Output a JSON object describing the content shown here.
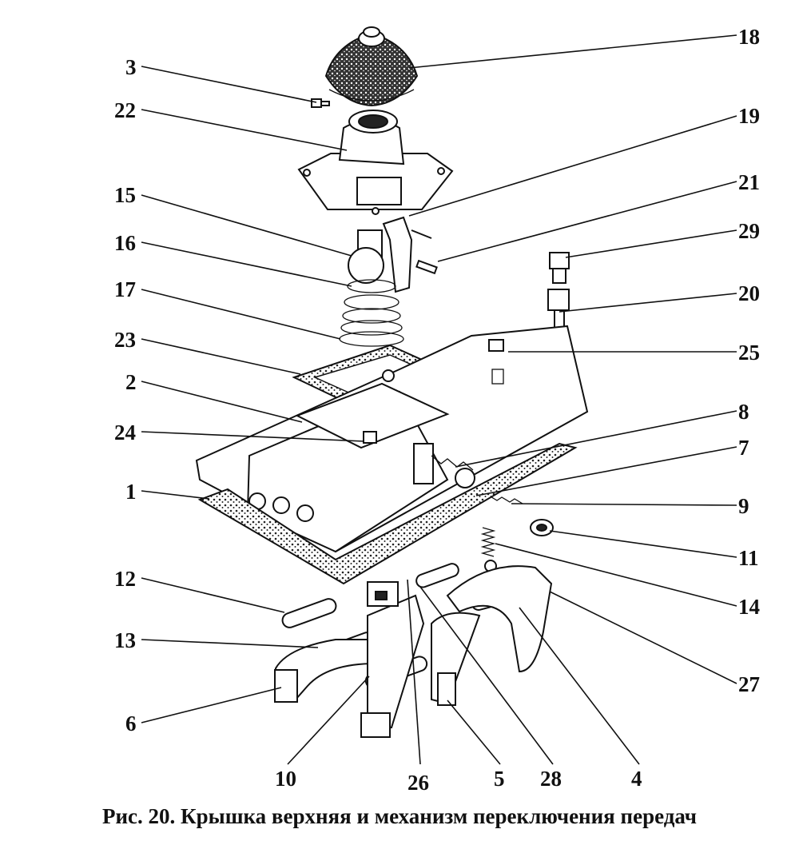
{
  "caption": "Рис. 20. Крышка верхняя и механизм переключения передач",
  "callouts": [
    {
      "id": "18",
      "label": "18"
    },
    {
      "id": "3",
      "label": "3"
    },
    {
      "id": "22",
      "label": "22"
    },
    {
      "id": "19",
      "label": "19"
    },
    {
      "id": "15",
      "label": "15"
    },
    {
      "id": "21",
      "label": "21"
    },
    {
      "id": "29",
      "label": "29"
    },
    {
      "id": "16",
      "label": "16"
    },
    {
      "id": "17",
      "label": "17"
    },
    {
      "id": "20",
      "label": "20"
    },
    {
      "id": "23",
      "label": "23"
    },
    {
      "id": "25",
      "label": "25"
    },
    {
      "id": "2",
      "label": "2"
    },
    {
      "id": "8",
      "label": "8"
    },
    {
      "id": "24",
      "label": "24"
    },
    {
      "id": "7",
      "label": "7"
    },
    {
      "id": "1",
      "label": "1"
    },
    {
      "id": "9",
      "label": "9"
    },
    {
      "id": "11",
      "label": "11"
    },
    {
      "id": "12",
      "label": "12"
    },
    {
      "id": "14",
      "label": "14"
    },
    {
      "id": "13",
      "label": "13"
    },
    {
      "id": "27",
      "label": "27"
    },
    {
      "id": "6",
      "label": "6"
    },
    {
      "id": "10",
      "label": "10"
    },
    {
      "id": "26",
      "label": "26"
    },
    {
      "id": "5",
      "label": "5"
    },
    {
      "id": "28",
      "label": "28"
    },
    {
      "id": "4",
      "label": "4"
    }
  ]
}
